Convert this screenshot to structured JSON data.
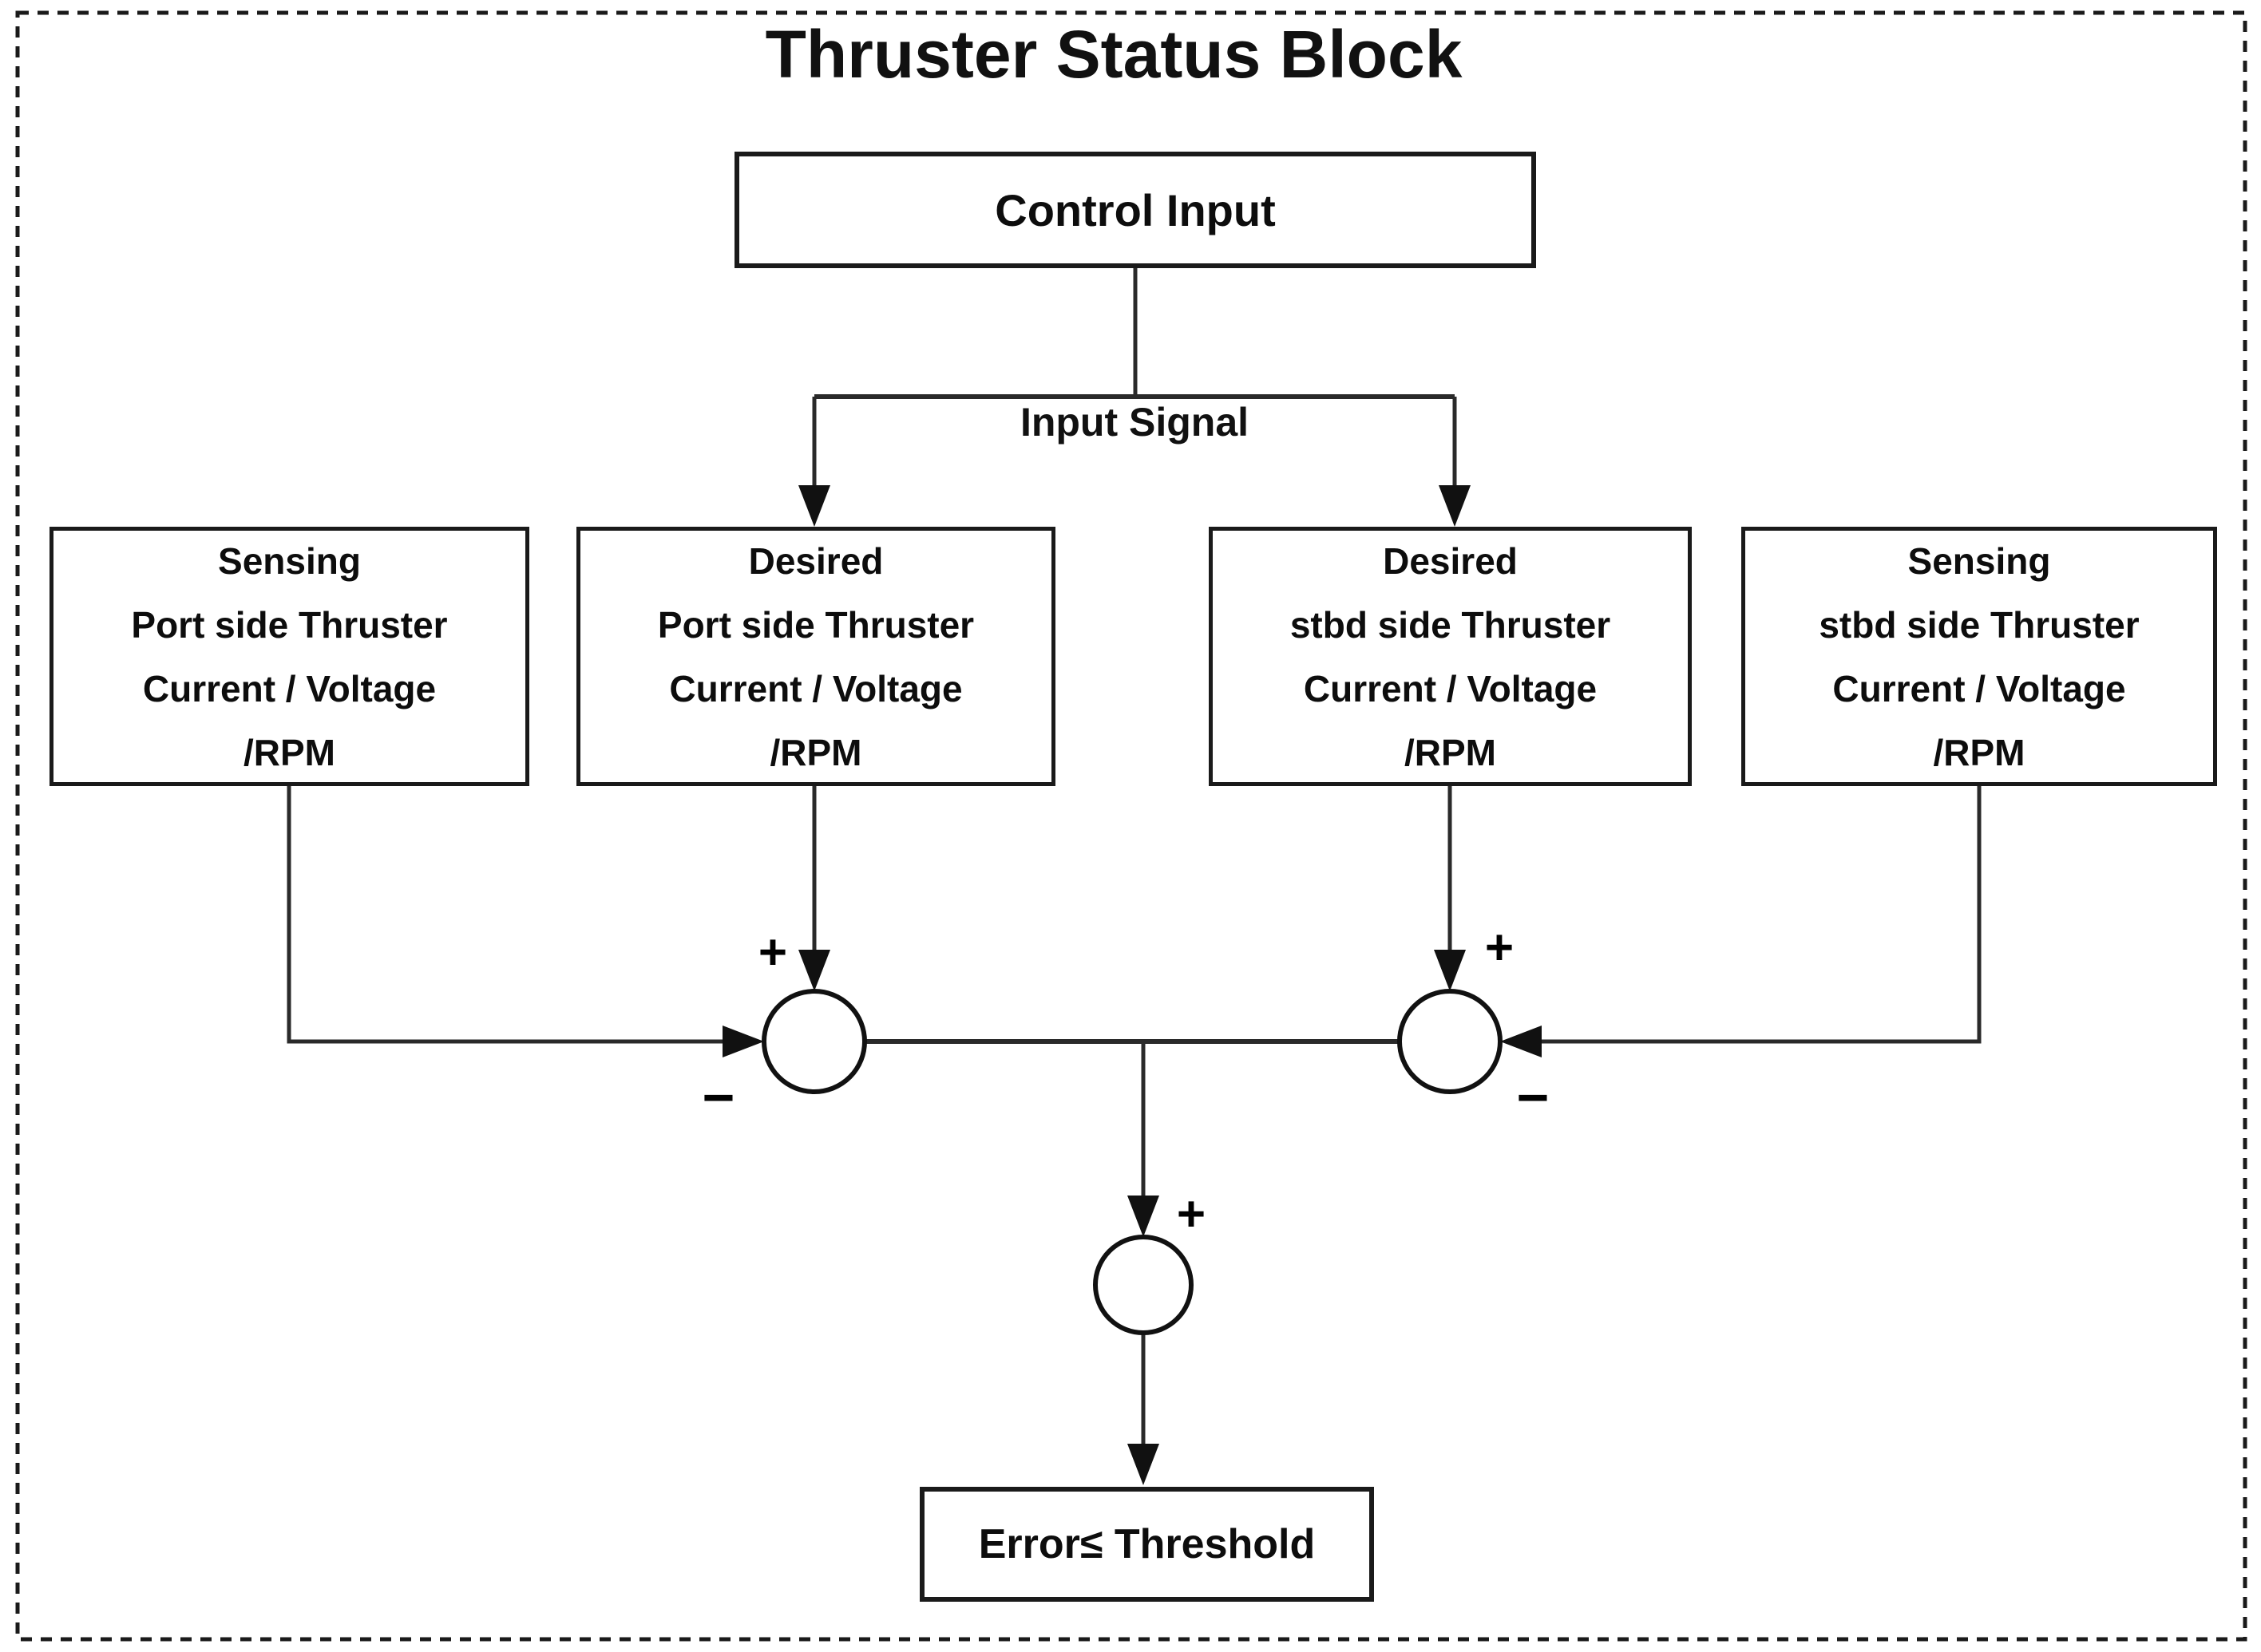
{
  "diagram": {
    "title": "Thruster Status Block",
    "control_input_label": "Control Input",
    "input_signal_label": "Input Signal",
    "process_boxes": [
      {
        "name": "sensing-port-side-thruster",
        "lines": [
          "Sensing",
          "Port side Thruster",
          "Current / Voltage",
          "/RPM"
        ]
      },
      {
        "name": "desired-port-side-thruster",
        "lines": [
          "Desired",
          "Port side Thruster",
          "Current / Voltage",
          "/RPM"
        ]
      },
      {
        "name": "desired-stbd-side-thruster",
        "lines": [
          "Desired",
          "stbd side Thruster",
          "Current / Voltage",
          "/RPM"
        ]
      },
      {
        "name": "sensing-stbd-side-thruster",
        "lines": [
          "Sensing",
          "stbd side Thruster",
          "Current / Voltage",
          "/RPM"
        ]
      }
    ],
    "summing_junctions": [
      {
        "name": "port-summing-junction",
        "top_sign": "+",
        "side_sign": "−"
      },
      {
        "name": "stbd-summing-junction",
        "top_sign": "+",
        "side_sign": "−"
      },
      {
        "name": "combined-summing-junction",
        "top_sign": "+"
      }
    ],
    "error_box_label": "Error≤ Threshold",
    "colors": {
      "line": "#1a1a1a",
      "text": "#0d0d0d",
      "background": "#ffffff"
    }
  }
}
